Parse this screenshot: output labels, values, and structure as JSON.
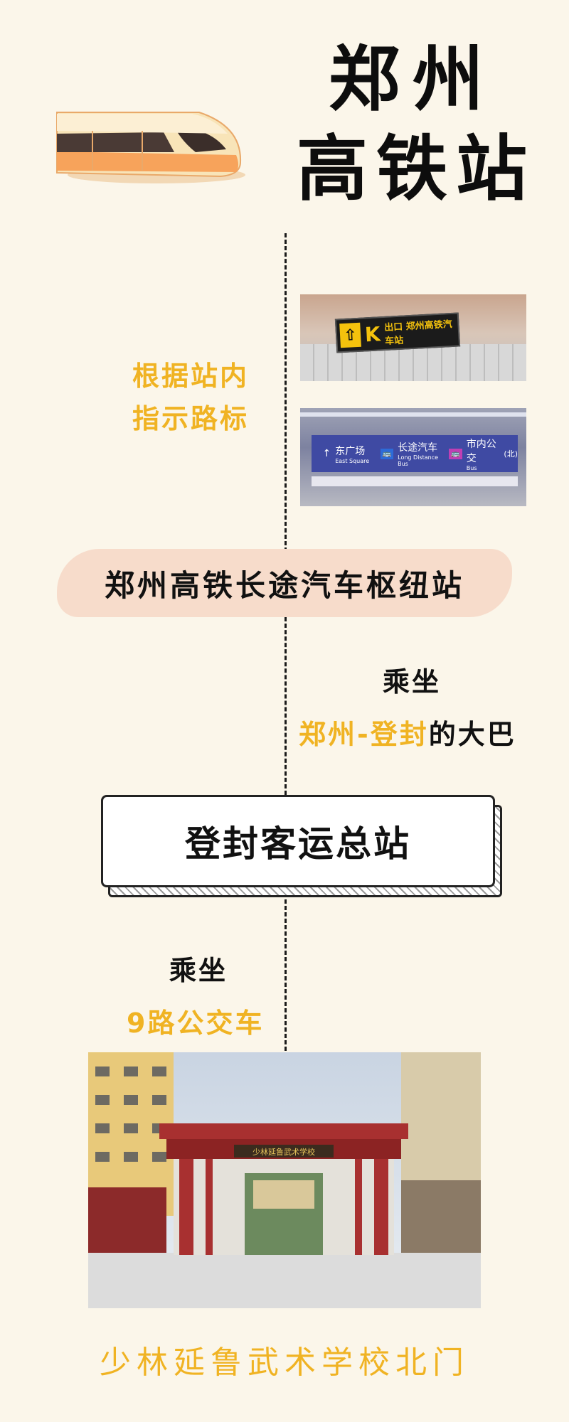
{
  "title": {
    "line1": "郑州",
    "line2": "高铁站"
  },
  "step1": {
    "line1": "根据站内",
    "line2": "指示路标"
  },
  "sign_exit": {
    "k": "K",
    "text": "出口 郑州高铁汽车站"
  },
  "sign_direction": {
    "items": [
      {
        "cn": "东广场",
        "en": "East Square"
      },
      {
        "cn": "长途汽车",
        "en": "Long Distance Bus"
      },
      {
        "cn": "市内公交",
        "en": "Bus",
        "extra": "(北)"
      }
    ]
  },
  "station2": {
    "label": "郑州高铁长途汽车枢纽站"
  },
  "step2": {
    "take": "乘坐",
    "route": "郑州-登封",
    "suffix": "的大巴"
  },
  "station3": {
    "label": "登封客运总站"
  },
  "step3": {
    "take": "乘坐",
    "route": "9路公交车"
  },
  "school_gate_sign": "少林延鲁武术学校",
  "destination": {
    "label": "少林延鲁武术学校北门"
  },
  "colors": {
    "background": "#fbf6ea",
    "accent": "#f0b323",
    "ribbon": "#f7dccb"
  }
}
